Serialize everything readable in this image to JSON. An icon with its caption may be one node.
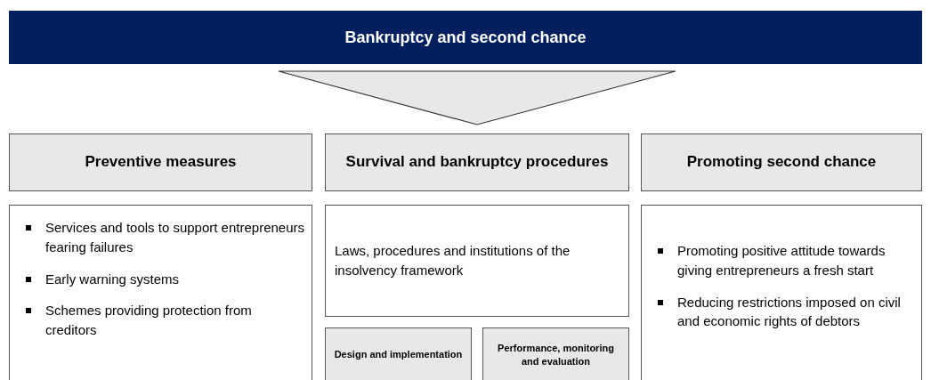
{
  "diagram": {
    "nodes": [
      {
        "text": [
          "Bankruptcy and second chance"
        ]
      },
      {
        "text": [
          "Preventive measures"
        ]
      },
      {
        "text": [
          "Survival and bankruptcy procedures"
        ]
      },
      {
        "text": [
          "Promoting second chance"
        ]
      },
      {
        "text": [
          "Services and tools to support entrepreneurs fearing failures",
          "Early warning systems",
          "Schemes providing protection from creditors"
        ]
      },
      {
        "text": [
          "Laws, procedures and institutions of the insolvency framework"
        ]
      },
      {
        "text": [
          "Design and implementation"
        ]
      },
      {
        "text": [
          "Performance, monitoring and evaluation"
        ]
      },
      {
        "text": [
          "Promoting positive attitude towards giving entrepreneurs a fresh start",
          "Reducing restrictions imposed on civil and economic rights of debtors"
        ]
      }
    ],
    "edges": [
      {
        "from": 0,
        "to": 2,
        "arrow": "to"
      }
    ]
  }
}
